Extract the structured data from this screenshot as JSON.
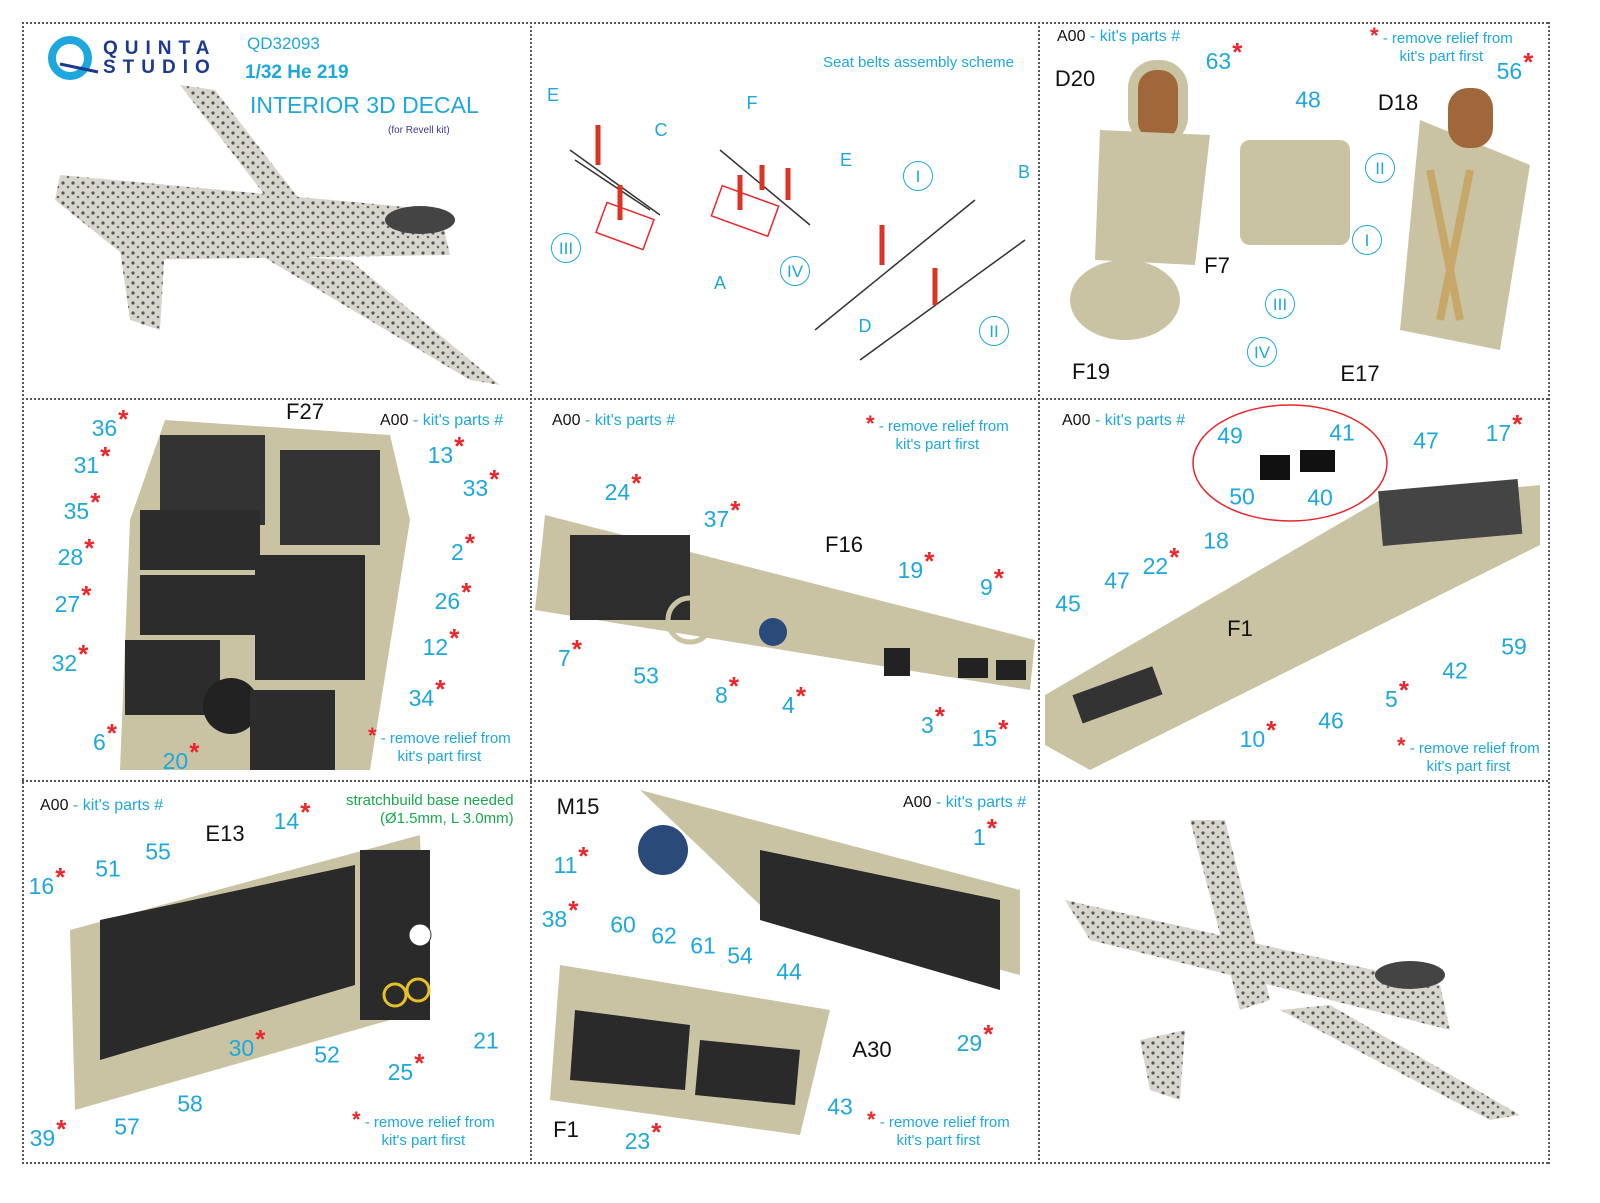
{
  "asterisk": "*",
  "header": {
    "brand_line1": "QUINTA",
    "brand_line2": "STUDIO",
    "product_code": "QD32093",
    "scale_model": "1/32 He 219",
    "product_title": "INTERIOR 3D DECAL",
    "kit_note": "(for Revell kit)"
  },
  "common": {
    "kit_parts_code": "A00",
    "kit_parts_text": "- kit's parts #",
    "remove_relief_line1": "- remove relief from",
    "remove_relief_line2": "kit's part first"
  },
  "colors": {
    "accent": "#1ea7dc",
    "star": "#e8262b",
    "part_beige": "#c9c3a3",
    "note_green": "#1aa84a"
  },
  "panels": [
    {
      "id": "seat-belts",
      "title": "Seat belts assembly scheme",
      "labels": [
        {
          "t": "E",
          "k": "letter"
        },
        {
          "t": "C",
          "k": "letter"
        },
        {
          "t": "F",
          "k": "letter"
        },
        {
          "t": "E",
          "k": "letter"
        },
        {
          "t": "A",
          "k": "letter"
        },
        {
          "t": "D",
          "k": "letter"
        },
        {
          "t": "B",
          "k": "letter"
        },
        {
          "t": "III",
          "k": "roman"
        },
        {
          "t": "IV",
          "k": "roman"
        },
        {
          "t": "I",
          "k": "roman"
        },
        {
          "t": "II",
          "k": "roman"
        }
      ]
    },
    {
      "id": "seats",
      "labels": [
        {
          "t": "63",
          "k": "num",
          "s": true
        },
        {
          "t": "D20",
          "k": "part"
        },
        {
          "t": "48",
          "k": "num"
        },
        {
          "t": "D18",
          "k": "part"
        },
        {
          "t": "56",
          "k": "num",
          "s": true
        },
        {
          "t": "II",
          "k": "roman"
        },
        {
          "t": "I",
          "k": "roman"
        },
        {
          "t": "F7",
          "k": "part"
        },
        {
          "t": "III",
          "k": "roman"
        },
        {
          "t": "IV",
          "k": "roman"
        },
        {
          "t": "F19",
          "k": "part"
        },
        {
          "t": "E17",
          "k": "part"
        }
      ]
    },
    {
      "id": "instrument-panel-f27",
      "labels": [
        {
          "t": "F27",
          "k": "part"
        },
        {
          "t": "36",
          "k": "num",
          "s": true
        },
        {
          "t": "13",
          "k": "num",
          "s": true
        },
        {
          "t": "31",
          "k": "num",
          "s": true
        },
        {
          "t": "33",
          "k": "num",
          "s": true
        },
        {
          "t": "35",
          "k": "num",
          "s": true
        },
        {
          "t": "2",
          "k": "num",
          "s": true
        },
        {
          "t": "28",
          "k": "num",
          "s": true
        },
        {
          "t": "26",
          "k": "num",
          "s": true
        },
        {
          "t": "27",
          "k": "num",
          "s": true
        },
        {
          "t": "12",
          "k": "num",
          "s": true
        },
        {
          "t": "32",
          "k": "num",
          "s": true
        },
        {
          "t": "34",
          "k": "num",
          "s": true
        },
        {
          "t": "6",
          "k": "num",
          "s": true
        },
        {
          "t": "20",
          "k": "num",
          "s": true
        }
      ]
    },
    {
      "id": "side-console-f16",
      "labels": [
        {
          "t": "24",
          "k": "num",
          "s": true
        },
        {
          "t": "37",
          "k": "num",
          "s": true
        },
        {
          "t": "F16",
          "k": "part"
        },
        {
          "t": "19",
          "k": "num",
          "s": true
        },
        {
          "t": "9",
          "k": "num",
          "s": true
        },
        {
          "t": "7",
          "k": "num",
          "s": true
        },
        {
          "t": "53",
          "k": "num"
        },
        {
          "t": "8",
          "k": "num",
          "s": true
        },
        {
          "t": "4",
          "k": "num",
          "s": true
        },
        {
          "t": "3",
          "k": "num",
          "s": true
        },
        {
          "t": "15",
          "k": "num",
          "s": true
        }
      ]
    },
    {
      "id": "console-f1",
      "labels": [
        {
          "t": "49",
          "k": "num"
        },
        {
          "t": "41",
          "k": "num"
        },
        {
          "t": "50",
          "k": "num"
        },
        {
          "t": "40",
          "k": "num"
        },
        {
          "t": "47",
          "k": "num"
        },
        {
          "t": "17",
          "k": "num",
          "s": true
        },
        {
          "t": "18",
          "k": "num"
        },
        {
          "t": "22",
          "k": "num",
          "s": true
        },
        {
          "t": "47",
          "k": "num"
        },
        {
          "t": "45",
          "k": "num"
        },
        {
          "t": "F1",
          "k": "part"
        },
        {
          "t": "59",
          "k": "num"
        },
        {
          "t": "42",
          "k": "num"
        },
        {
          "t": "5",
          "k": "num",
          "s": true
        },
        {
          "t": "46",
          "k": "num"
        },
        {
          "t": "10",
          "k": "num",
          "s": true
        }
      ]
    },
    {
      "id": "rear-panel-e13",
      "note_line1": "stratchbuild base needed",
      "note_line2": "(Ø1.5mm, L 3.0mm)",
      "labels": [
        {
          "t": "E13",
          "k": "part"
        },
        {
          "t": "14",
          "k": "num",
          "s": true
        },
        {
          "t": "16",
          "k": "num",
          "s": true
        },
        {
          "t": "51",
          "k": "num"
        },
        {
          "t": "55",
          "k": "num"
        },
        {
          "t": "30",
          "k": "num",
          "s": true
        },
        {
          "t": "52",
          "k": "num"
        },
        {
          "t": "21",
          "k": "num"
        },
        {
          "t": "25",
          "k": "num",
          "s": true
        },
        {
          "t": "58",
          "k": "num"
        },
        {
          "t": "57",
          "k": "num"
        },
        {
          "t": "39",
          "k": "num",
          "s": true
        }
      ]
    },
    {
      "id": "radio-panel-a30",
      "labels": [
        {
          "t": "M15",
          "k": "part"
        },
        {
          "t": "1",
          "k": "num",
          "s": true
        },
        {
          "t": "11",
          "k": "num",
          "s": true
        },
        {
          "t": "38",
          "k": "num",
          "s": true
        },
        {
          "t": "60",
          "k": "num"
        },
        {
          "t": "62",
          "k": "num"
        },
        {
          "t": "61",
          "k": "num"
        },
        {
          "t": "54",
          "k": "num"
        },
        {
          "t": "44",
          "k": "num"
        },
        {
          "t": "A30",
          "k": "part"
        },
        {
          "t": "29",
          "k": "num",
          "s": true
        },
        {
          "t": "43",
          "k": "num"
        },
        {
          "t": "F1",
          "k": "part"
        },
        {
          "t": "23",
          "k": "num",
          "s": true
        }
      ]
    }
  ]
}
